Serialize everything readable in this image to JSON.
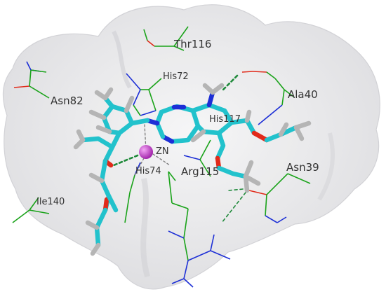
{
  "residues": {
    "thr116": "Thr116",
    "his72": "His72",
    "asn82": "Asn82",
    "ala40": "Ala40",
    "his117": "His117",
    "zn": "ZN",
    "his74": "His74",
    "arg115": "Arg115",
    "asn39": "Asn39",
    "ile140": "Ile140"
  },
  "colors": {
    "surface": "#e9e9ec",
    "carbon_ligand": "#22c2cc",
    "nitrogen": "#1d2fd6",
    "oxygen": "#e12a1a",
    "hydrogen": "#b5b5b5",
    "protein_carbon": "#1aa31a",
    "zinc": "#c23cc9",
    "hbond": "#1f8a3a"
  }
}
